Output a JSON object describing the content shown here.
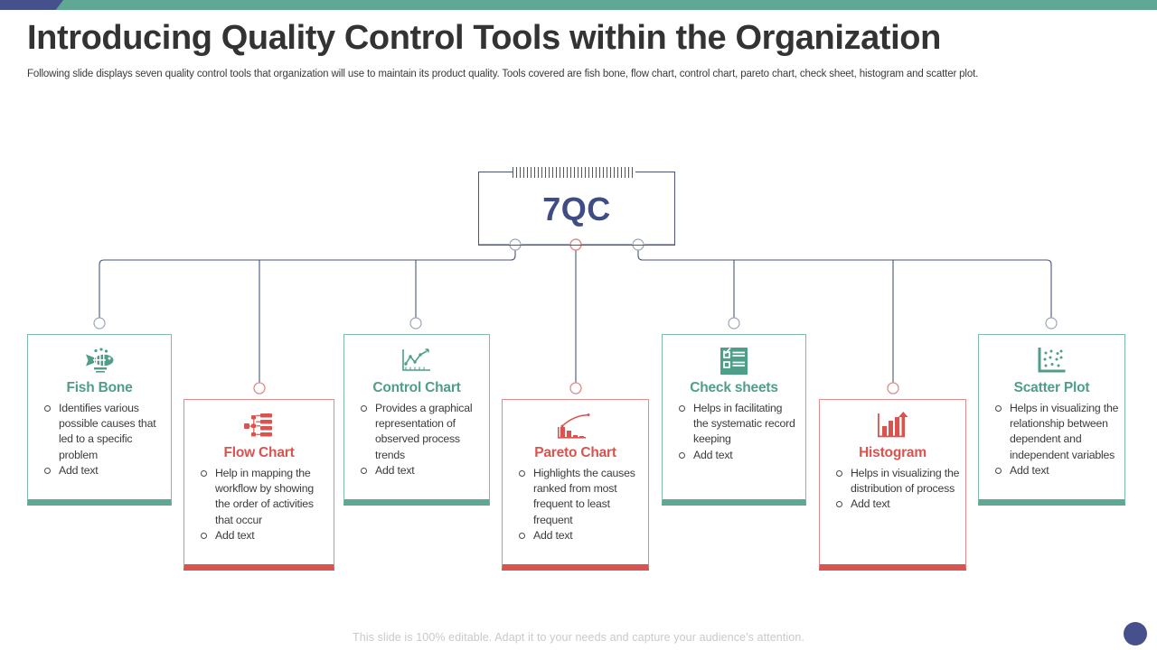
{
  "theme": {
    "teal": "#5fa894",
    "teal_text": "#4f9e8a",
    "red": "#d9534f",
    "navy": "#46508c",
    "hub_text": "#3f4c85",
    "body_text": "#3b3b3b"
  },
  "header": {
    "title": "Introducing Quality Control Tools within the Organization",
    "subtitle": "Following slide displays seven quality control tools that organization will use to maintain its product quality. Tools covered are fish bone, flow chart, control chart, pareto chart, check sheet, histogram and scatter plot."
  },
  "hub": {
    "label": "7QC"
  },
  "cards": [
    {
      "id": "fish-bone",
      "title": "Fish Bone",
      "icon": "fish-bone-icon",
      "accent": "teal",
      "bullets": [
        "Identifies various possible causes that led to a specific problem",
        "Add text"
      ]
    },
    {
      "id": "flow-chart",
      "title": "Flow Chart",
      "icon": "flow-chart-icon",
      "accent": "red",
      "bullets": [
        "Help in mapping the workflow by showing the order of activities that occur",
        "Add text"
      ]
    },
    {
      "id": "control-chart",
      "title": "Control Chart",
      "icon": "control-chart-icon",
      "accent": "teal",
      "bullets": [
        "Provides a graphical representation of observed process trends",
        "Add text"
      ]
    },
    {
      "id": "pareto-chart",
      "title": "Pareto Chart",
      "icon": "pareto-chart-icon",
      "accent": "red",
      "bullets": [
        "Highlights the causes ranked from most frequent to least frequent",
        "Add text"
      ]
    },
    {
      "id": "check-sheets",
      "title": "Check sheets",
      "icon": "check-sheet-icon",
      "accent": "teal",
      "bullets": [
        "Helps in facilitating the systematic record keeping",
        "Add text"
      ]
    },
    {
      "id": "histogram",
      "title": "Histogram",
      "icon": "histogram-icon",
      "accent": "red",
      "bullets": [
        "Helps in visualizing the distribution of process",
        "Add text"
      ]
    },
    {
      "id": "scatter-plot",
      "title": "Scatter Plot",
      "icon": "scatter-plot-icon",
      "accent": "teal",
      "bullets": [
        "Helps in visualizing the relationship between dependent and independent variables",
        "Add text"
      ]
    }
  ],
  "footer": {
    "note": "This slide is 100% editable. Adapt it to your needs and capture your audience's attention."
  }
}
